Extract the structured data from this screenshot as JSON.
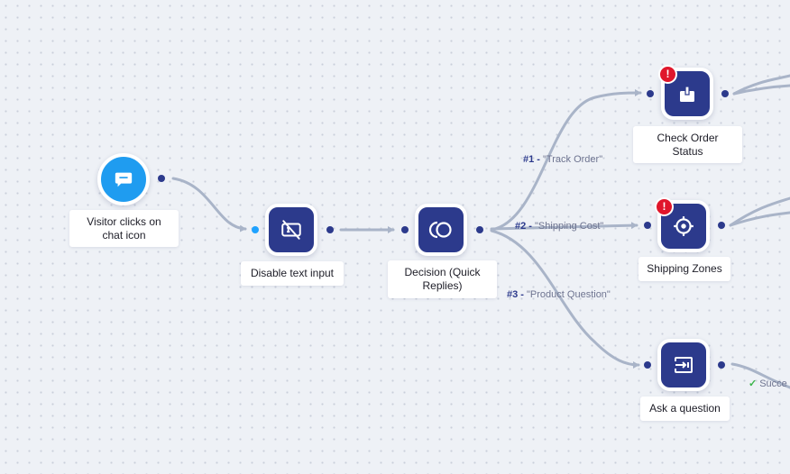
{
  "nodes": {
    "visitor_clicks": {
      "label": "Visitor clicks on chat icon",
      "icon": "chat-bubble-icon"
    },
    "disable_text_input": {
      "label": "Disable text input",
      "icon": "disabled-input-icon"
    },
    "decision": {
      "label": "Decision (Quick Replies)",
      "icon": "quick-replies-icon"
    },
    "check_order_status": {
      "label": "Check Order Status",
      "icon": "order-box-icon",
      "warning": "!"
    },
    "shipping_zones": {
      "label": "Shipping Zones",
      "icon": "crosshair-icon",
      "warning": "!"
    },
    "ask_question": {
      "label": "Ask a question",
      "icon": "input-arrow-icon"
    }
  },
  "edge_labels": {
    "track_order": {
      "num": "#1 -",
      "text": "\"Track Order\""
    },
    "shipping_cost": {
      "num": "#2 -",
      "text": "\"Shipping Cost\""
    },
    "product_question": {
      "num": "#3 -",
      "text": "\"Product Question\""
    }
  },
  "outcomes": {
    "success": "Succe"
  },
  "colors": {
    "node": "#2c3a8c",
    "trigger": "#1f9cf0",
    "edge": "#a9b4c8",
    "warning": "#e0162b",
    "success": "#3bb54a",
    "canvas": "#eef1f6"
  }
}
